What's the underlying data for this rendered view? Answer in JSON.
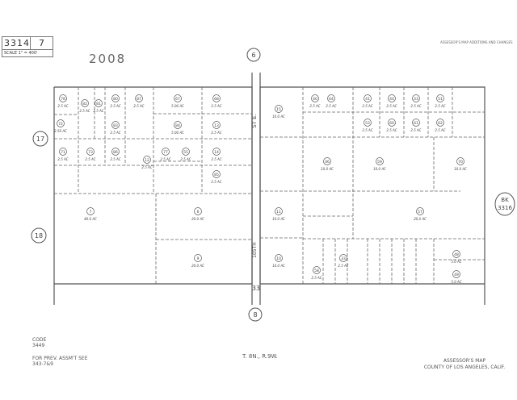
{
  "header": {
    "book_number": "3314",
    "page_number": "7",
    "scale": "SCALE 1\" = 400'",
    "year": "2008"
  },
  "legend_notes": "ASSESSOR'S MAP ADDITIONS AND CHANGES",
  "adjoining": {
    "north": "6",
    "south": "8",
    "west_upper": "17",
    "west_lower": "18",
    "east_book": "BK",
    "east_book_number": "3316"
  },
  "roads": {
    "street": "ST E.",
    "street_alt": "105TH",
    "section": "33"
  },
  "parcels": [
    {
      "num": "78",
      "area": "2.5 AC"
    },
    {
      "num": "82",
      "area": "2.5 AC"
    },
    {
      "num": "81",
      "area": "2.5 AC"
    },
    {
      "num": "80",
      "area": "2.5 AC"
    },
    {
      "num": "87",
      "area": "2.5 AC"
    },
    {
      "num": "67",
      "area": "5.00 AC"
    },
    {
      "num": "68",
      "area": "2.5 AC"
    },
    {
      "num": "72",
      "area": "2.50 AC"
    },
    {
      "num": "83",
      "area": "2.5 AC"
    },
    {
      "num": "84",
      "area": "5.00 AC"
    },
    {
      "num": "13",
      "area": "2.5 AC"
    },
    {
      "num": "71",
      "area": "2.5 AC"
    },
    {
      "num": "73",
      "area": "2.5 AC"
    },
    {
      "num": "86",
      "area": "2.5 AC"
    },
    {
      "num": "12",
      "area": "2.5 AC"
    },
    {
      "num": "77",
      "area": "2.5 AC"
    },
    {
      "num": "55",
      "area": "2.5 AC"
    },
    {
      "num": "14",
      "area": "2.5 AC"
    },
    {
      "num": "85",
      "area": "2.5 AC"
    },
    {
      "num": "7",
      "area": "40.0 AC"
    },
    {
      "num": "6",
      "area": "20.0 AC"
    },
    {
      "num": "9",
      "area": "20.0 AC"
    },
    {
      "num": "15",
      "area": "10.0 AC"
    },
    {
      "num": "11",
      "area": "10.0 AC"
    },
    {
      "num": "10",
      "area": "10.0 AC"
    },
    {
      "num": "46",
      "area": "10.0 AC"
    },
    {
      "num": "59",
      "area": "10.0 AC"
    },
    {
      "num": "70",
      "area": "10.0 AC"
    },
    {
      "num": "57",
      "area": "20.0 AC"
    },
    {
      "num": "40",
      "area": "2.5 AC"
    },
    {
      "num": "64",
      "area": "2.5 AC"
    },
    {
      "num": "41",
      "area": "2.5 AC"
    },
    {
      "num": "44",
      "area": "2.5 AC"
    },
    {
      "num": "43",
      "area": "2.5 AC"
    },
    {
      "num": "51",
      "area": "2.5 AC"
    },
    {
      "num": "53",
      "area": "2.5 AC"
    },
    {
      "num": "60",
      "area": "2.5 AC"
    },
    {
      "num": "61",
      "area": "2.5 AC"
    },
    {
      "num": "62",
      "area": "2.5 AC"
    },
    {
      "num": "48",
      "area": "5.0 AC"
    },
    {
      "num": "49",
      "area": "5.0 AC"
    },
    {
      "num": "58",
      "area": "2.5 AC"
    },
    {
      "num": "33",
      "area": "2.5 AC"
    }
  ],
  "footer": {
    "code_label": "CODE",
    "code_number": "3449",
    "prev_assmt": "FOR PREV. ASSM'T SEE",
    "prev_assmt_ref": "343-7&9",
    "township": "T. 8N., R.9W.",
    "map_title": "ASSESSOR'S MAP",
    "county": "COUNTY OF LOS ANGELES, CALIF."
  }
}
